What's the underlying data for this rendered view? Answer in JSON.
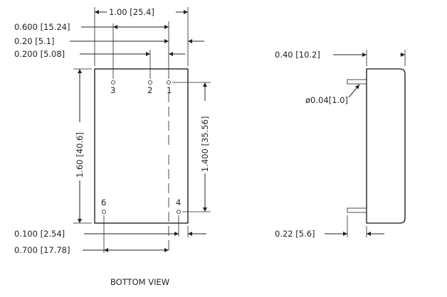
{
  "bottom_view": {
    "dims": {
      "width": "1.00 [25.4]",
      "pin3_offset": "0.600 [15.24]",
      "right_margin": "0.20 [5.1]",
      "pin_spacing": "0.200 [5.08]",
      "height": "1.60 [40.6]",
      "pin_row_spacing": "1.400 [35.56]",
      "bottom_margin": "0.100 [2.54]",
      "pin6_to_pin4": "0.700 [17.78]"
    },
    "pins": {
      "pin3": "3",
      "pin2": "2",
      "pin1": "1",
      "pin6": "6",
      "pin4": "4"
    },
    "caption": "BOTTOM VIEW"
  },
  "side_view": {
    "dims": {
      "thickness": "0.40 [10.2]",
      "pin_diameter": "ø0.04[1.0]",
      "pin_length": "0.22 [5.6]"
    }
  }
}
